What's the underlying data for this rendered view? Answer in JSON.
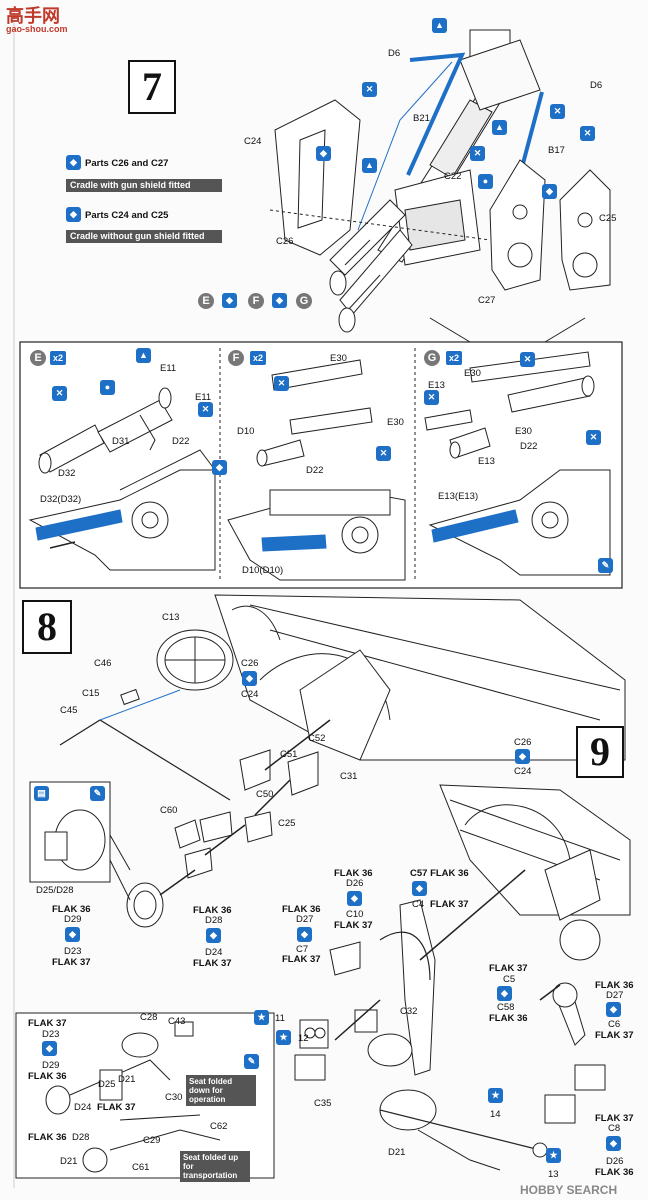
{
  "watermark": {
    "brand": "高手网",
    "url": "gao-shou.com",
    "footer": "HOBBY SEARCH"
  },
  "steps": {
    "s7": "7",
    "s8": "8",
    "s9": "9"
  },
  "step7": {
    "notes": [
      {
        "parts": "Parts C26 and C27",
        "desc": "Cradle with gun shield fitted"
      },
      {
        "parts": "Parts C24 and C25",
        "desc": "Cradle without gun shield fitted"
      }
    ],
    "labels": {
      "D6a": "D6",
      "D6b": "D6",
      "B21": "B21",
      "B17": "B17",
      "C24": "C24",
      "C22": "C22",
      "C26": "C26",
      "C25": "C25",
      "C27": "C27"
    },
    "subs": [
      "E",
      "F",
      "G"
    ],
    "icon_names": [
      "glue-icon",
      "cement-icon",
      "drop-icon",
      "gun-shield-icon"
    ]
  },
  "subE": {
    "letter": "E",
    "mult": "x2",
    "labels": [
      "E11",
      "E11",
      "D31",
      "D22",
      "D32",
      "D32(D32)"
    ]
  },
  "subF": {
    "letter": "F",
    "mult": "x2",
    "labels": [
      "E30",
      "E30",
      "D10",
      "D22",
      "D10(D10)"
    ]
  },
  "subG": {
    "letter": "G",
    "mult": "x2",
    "labels": [
      "E30",
      "E13",
      "E30",
      "D22",
      "E13",
      "E13(E13)"
    ]
  },
  "step8": {
    "labels": {
      "C13": "C13",
      "C46": "C46",
      "C15": "C15",
      "C45": "C45",
      "C26": "C26",
      "C24": "C24",
      "C52": "C52",
      "C51": "C51",
      "C31": "C31",
      "C60": "C60",
      "C50": "C50",
      "C25": "C25",
      "D25D28": "D25/D28"
    },
    "variants": [
      {
        "top": "FLAK 36",
        "a": "D29",
        "b": "D23",
        "bottom": "FLAK 37"
      },
      {
        "top": "FLAK 36",
        "a": "D28",
        "b": "D24",
        "bottom": "FLAK 37"
      }
    ]
  },
  "step9": {
    "labels": {
      "C26": "C26",
      "C24": "C24",
      "C32": "C32",
      "C35": "C35",
      "D21": "D21"
    },
    "variants": [
      {
        "top": "FLAK 36",
        "a": "D27",
        "b": "C7",
        "bottom": "FLAK 37"
      },
      {
        "top": "FLAK 36",
        "a": "D26",
        "b": "C10",
        "bottom": "FLAK 37"
      },
      {
        "top": "C57 FLAK 36",
        "a": "C4",
        "b": "FLAK 37"
      },
      {
        "top": "FLAK 37",
        "a": "C5",
        "b": "C58",
        "bottom": "FLAK 36"
      },
      {
        "top": "FLAK 36",
        "a": "D27",
        "b": "C6",
        "bottom": "FLAK 37"
      },
      {
        "top": "FLAK 37",
        "a": "C8",
        "b": "D26",
        "bottom": "FLAK 36"
      }
    ],
    "callouts": [
      "11",
      "12",
      "14",
      "13"
    ]
  },
  "seat": {
    "labels": [
      "FLAK 37",
      "D23",
      "D29",
      "FLAK 36",
      "D25",
      "D21",
      "C28",
      "C43",
      "D24",
      "FLAK 37",
      "C30",
      "C62",
      "FLAK 36",
      "D28",
      "C29",
      "D21",
      "C61"
    ],
    "note_down": "Seat folded down for operation",
    "note_up": "Seat folded up for transportation"
  }
}
